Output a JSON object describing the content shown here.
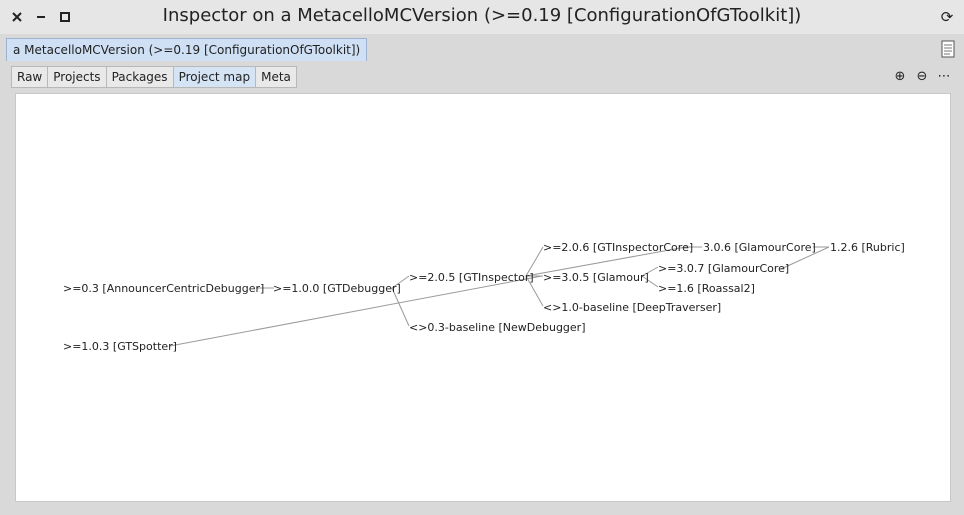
{
  "window": {
    "title": "Inspector on a MetacelloMCVersion (>=0.19 [ConfigurationOfGToolkit])",
    "close_glyph": "×",
    "minimize_glyph": "–",
    "maximize_glyph": "□",
    "refresh_glyph": "⟳"
  },
  "subtab": {
    "label": "a MetacelloMCVersion (>=0.19 [ConfigurationOfGToolkit])"
  },
  "tabs": [
    {
      "label": "Raw"
    },
    {
      "label": "Projects"
    },
    {
      "label": "Packages"
    },
    {
      "label": "Project map"
    },
    {
      "label": "Meta"
    }
  ],
  "tools": {
    "zoom_in": "⊕",
    "zoom_out": "⊖",
    "more": "⋯"
  },
  "graph": {
    "nodes": [
      {
        "id": "announcer",
        "label": ">=0.3 [AnnouncerCentricDebugger]"
      },
      {
        "id": "spotter",
        "label": ">=1.0.3 [GTSpotter]"
      },
      {
        "id": "debugger",
        "label": ">=1.0.0 [GTDebugger]"
      },
      {
        "id": "inspector",
        "label": ">=2.0.5 [GTInspector]"
      },
      {
        "id": "newdebugger",
        "label": "<>0.3-baseline [NewDebugger]"
      },
      {
        "id": "inspectorcore",
        "label": ">=2.0.6 [GTInspectorCore]"
      },
      {
        "id": "glamour",
        "label": ">=3.0.5 [Glamour]"
      },
      {
        "id": "deeptraverser",
        "label": "<>1.0-baseline [DeepTraverser]"
      },
      {
        "id": "glamourcore306",
        "label": "3.0.6 [GlamourCore]"
      },
      {
        "id": "glamourcore307",
        "label": ">=3.0.7 [GlamourCore]"
      },
      {
        "id": "roassal",
        "label": ">=1.6 [Roassal2]"
      },
      {
        "id": "rubric",
        "label": "1.2.6 [Rubric]"
      }
    ]
  }
}
